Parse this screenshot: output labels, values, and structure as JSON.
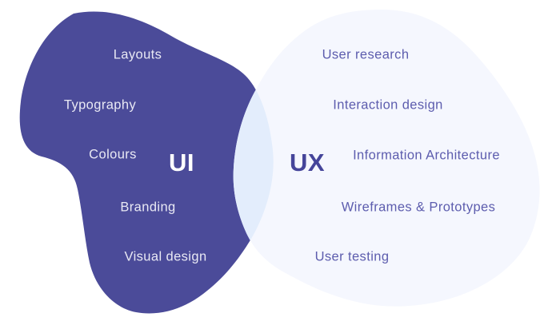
{
  "diagram": {
    "type": "venn",
    "left": {
      "title": "UI",
      "items": [
        "Layouts",
        "Typography",
        "Colours",
        "Branding",
        "Visual design"
      ]
    },
    "right": {
      "title": "UX",
      "items": [
        "User research",
        "Interaction design",
        "Information Architecture",
        "Wireframes & Prototypes",
        "User testing"
      ]
    },
    "colors": {
      "left_blob": "#4b4b99",
      "right_blob": "#f5f7fe",
      "overlap": "#e3edfc",
      "left_text": "#e9e9f4",
      "right_text": "#5d5dae",
      "left_title_text": "#ffffff",
      "right_title_text": "#45459a",
      "background": "#ffffff"
    }
  }
}
